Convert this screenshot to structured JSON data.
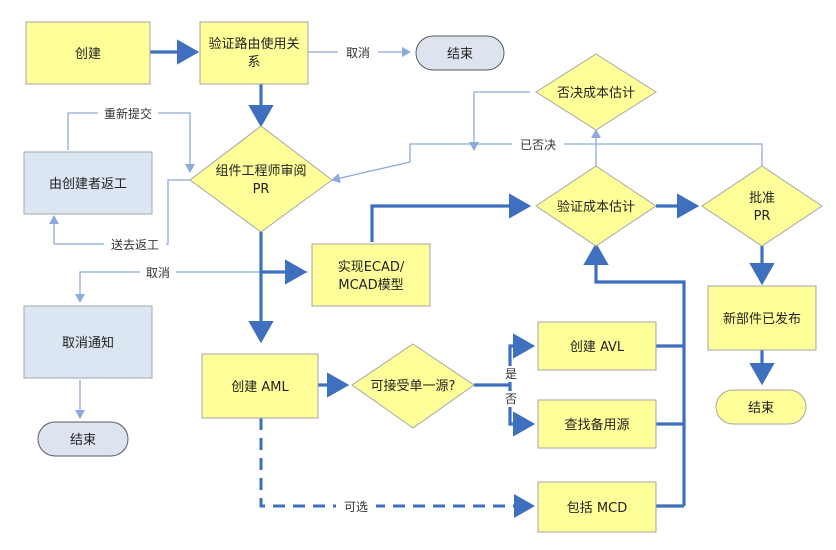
{
  "nodes": {
    "create": "创建",
    "verify_route_line1": "验证路由使用关",
    "verify_route_line2": "系",
    "end_top": "结束",
    "rework_by_creator": "由创建者返工",
    "component_review_line1": "组件工程师审阅",
    "component_review_line2": "PR",
    "reject_cost_estimate": "否决成本估计",
    "implement_model_line1": "实现ECAD/",
    "implement_model_line2": "MCAD模型",
    "verify_cost_estimate": "验证成本估计",
    "approve_pr_line1": "批准",
    "approve_pr_line2": "PR",
    "cancel_notice": "取消通知",
    "end_left": "结束",
    "create_aml": "创建 AML",
    "single_source": "可接受单一源?",
    "create_avl": "创建 AVL",
    "find_alt_source": "查找备用源",
    "new_part_released": "新部件已发布",
    "end_right": "结束",
    "include_mcd": "包括 MCD"
  },
  "labels": {
    "cancel_top": "取消",
    "resubmit": "重新提交",
    "send_rework": "送去返工",
    "cancel_mid": "取消",
    "rejected": "已否决",
    "yes": "是",
    "no": "否",
    "optional": "可选"
  },
  "colors": {
    "box_fill": "#ffff99",
    "box_stroke": "#a6a6a6",
    "gray_box_fill": "#dce6f2",
    "end_fill": "#dde3ef",
    "thick_arrow": "#3f6fbf",
    "thin_arrow": "#8eaadb"
  }
}
